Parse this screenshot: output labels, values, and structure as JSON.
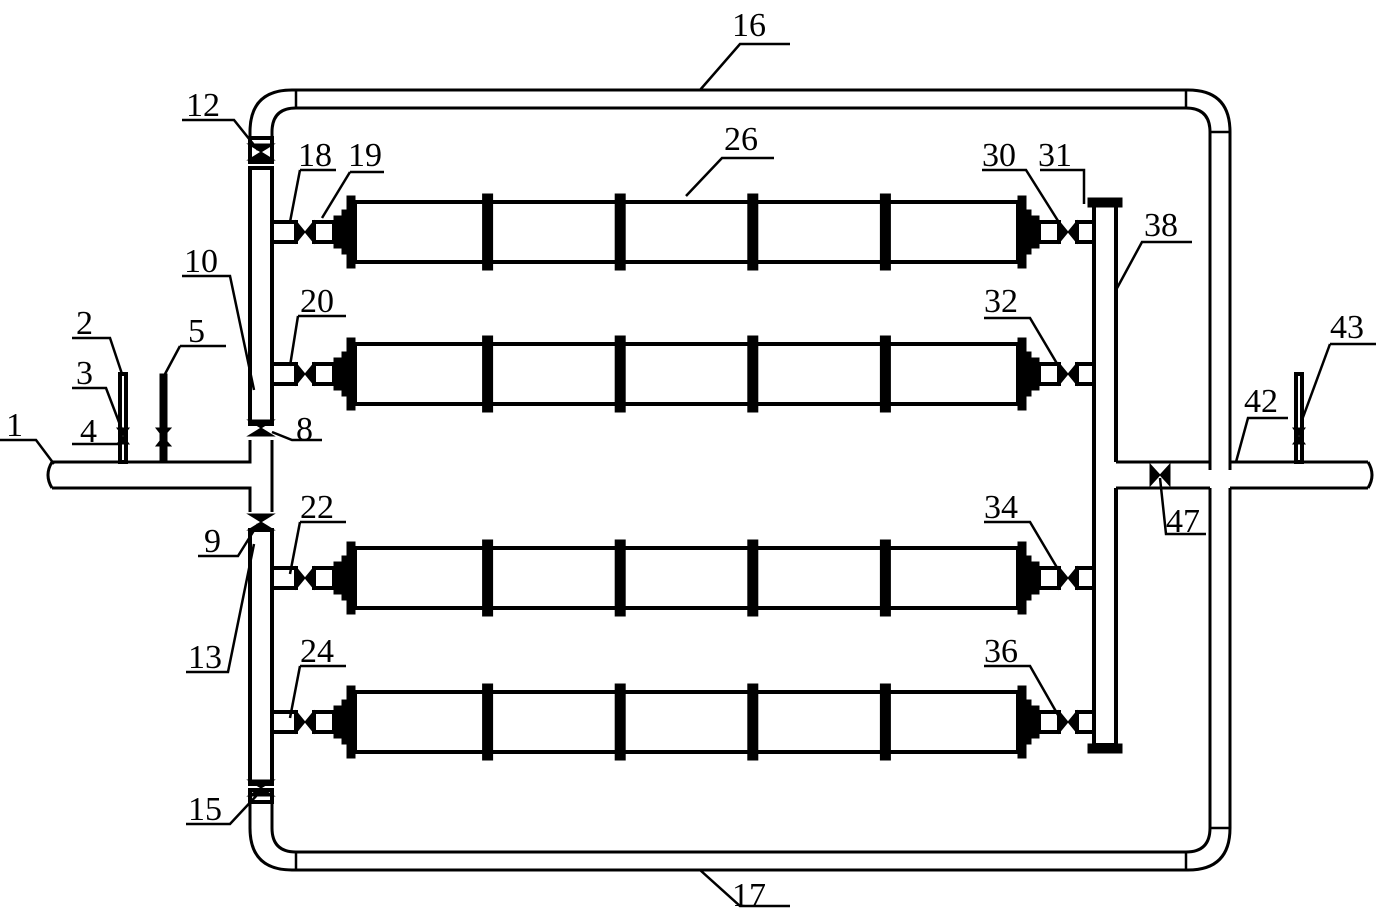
{
  "labels": {
    "n1": "1",
    "n2": "2",
    "n3": "3",
    "n4": "4",
    "n5": "5",
    "n8": "8",
    "n9": "9",
    "n10": "10",
    "n12": "12",
    "n13": "13",
    "n15": "15",
    "n16": "16",
    "n17": "17",
    "n18": "18",
    "n19": "19",
    "n20": "20",
    "n22": "22",
    "n24": "24",
    "n26": "26",
    "n30": "30",
    "n31": "31",
    "n32": "32",
    "n34": "34",
    "n36": "36",
    "n38": "38",
    "n42": "42",
    "n43": "43",
    "n47": "47"
  },
  "modules": {
    "count": 4,
    "segments_per_module": 5
  }
}
